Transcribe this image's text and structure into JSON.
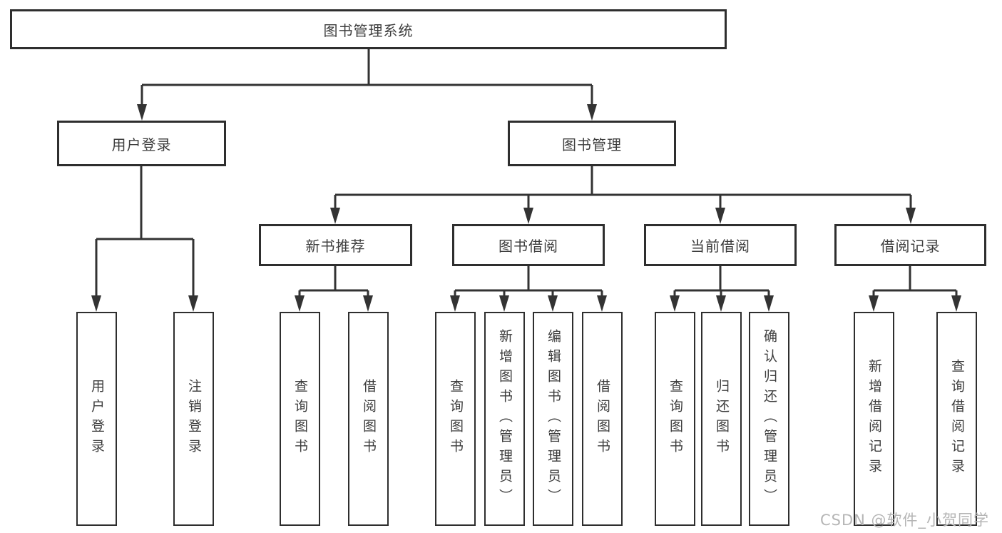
{
  "diagram": {
    "root": {
      "label": "图书管理系统"
    },
    "level2": [
      {
        "label": "用户登录",
        "children": [
          {
            "label": "用户登录"
          },
          {
            "label": "注销登录"
          }
        ]
      },
      {
        "label": "图书管理",
        "children": [
          {
            "label": "新书推荐",
            "children": [
              {
                "label": "查询图书"
              },
              {
                "label": "借阅图书"
              }
            ]
          },
          {
            "label": "图书借阅",
            "children": [
              {
                "label": "查询图书"
              },
              {
                "label": "新增图书（管理员）"
              },
              {
                "label": "编辑图书（管理员）"
              },
              {
                "label": "借阅图书"
              }
            ]
          },
          {
            "label": "当前借阅",
            "children": [
              {
                "label": "查询图书"
              },
              {
                "label": "归还图书"
              },
              {
                "label": "确认归还（管理员）"
              }
            ]
          },
          {
            "label": "借阅记录",
            "children": [
              {
                "label": "新增借阅记录"
              },
              {
                "label": "查询借阅记录"
              }
            ]
          }
        ]
      }
    ]
  },
  "watermark": {
    "text": "CSDN @软件_小贺同学"
  },
  "colors": {
    "line": "#333333",
    "box_border": "#2e2e2e",
    "box_fill": "#ffffff",
    "text": "#3d3d3d",
    "watermark": "#b5b5b5"
  }
}
